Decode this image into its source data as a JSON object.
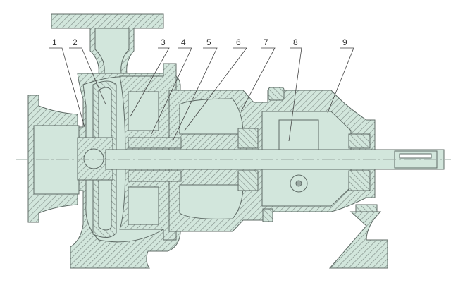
{
  "callouts": [
    {
      "id": "1",
      "label": "1"
    },
    {
      "id": "2",
      "label": "2"
    },
    {
      "id": "3",
      "label": "3"
    },
    {
      "id": "4",
      "label": "4"
    },
    {
      "id": "5",
      "label": "5"
    },
    {
      "id": "6",
      "label": "6"
    },
    {
      "id": "7",
      "label": "7"
    },
    {
      "id": "8",
      "label": "8"
    },
    {
      "id": "9",
      "label": "9"
    }
  ],
  "colors": {
    "part_fill": "#d2e6dc",
    "outline": "#5f6b66",
    "hatch": "#7d8a84",
    "centerline": "#9aa8a2",
    "leader": "#444444"
  }
}
